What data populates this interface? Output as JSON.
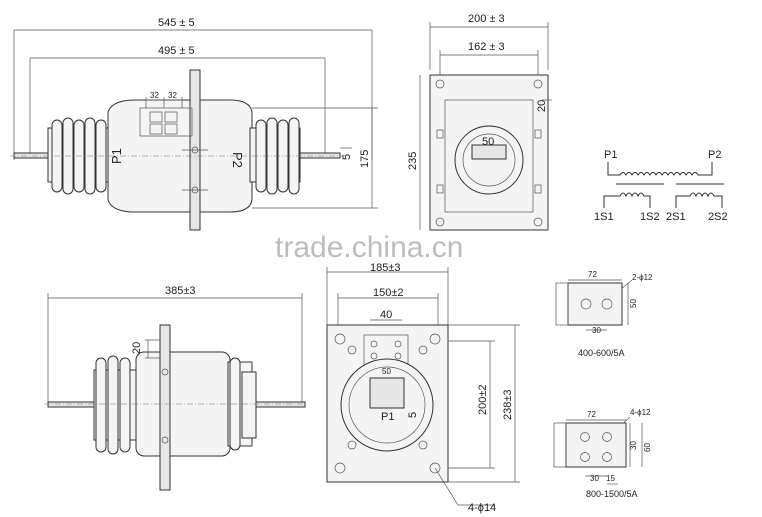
{
  "dims": {
    "overall_length": "545 ± 5",
    "inner_length": "495 ± 5",
    "height_175": "175",
    "dim_5_top": "5",
    "end_width": "200 ± 3",
    "end_inner": "162 ± 3",
    "end_height": "235",
    "end_20": "20",
    "end_window": "50",
    "bottom_length": "385±3",
    "bottom_20": "20",
    "bottom_width": "185±3",
    "bottom_inner": "150±2",
    "bottom_40": "40",
    "bottom_window": "50",
    "bottom_5": "5",
    "bottom_h1": "200±2",
    "bottom_h2": "238±3",
    "bottom_holes": "4-ϕ14",
    "small_32a": "32",
    "small_32b": "32"
  },
  "terminals": {
    "p1": "P1",
    "p2": "P2",
    "p1_bottom": "P1"
  },
  "schematic": {
    "p1": "P1",
    "p2": "P2",
    "s1a": "1S1",
    "s2a": "1S2",
    "s1b": "2S1",
    "s2b": "2S2"
  },
  "plates": {
    "a_width": "72",
    "a_holes": "2-ϕ12",
    "a_height": "50",
    "a_30": "30",
    "a_caption": "400-600/5A",
    "b_width": "72",
    "b_holes": "4-ϕ12",
    "b_30a": "30",
    "b_60": "60",
    "b_30b": "30",
    "b_15": "15",
    "b_caption": "800-1500/5A"
  },
  "watermark": "trade.china.cn"
}
